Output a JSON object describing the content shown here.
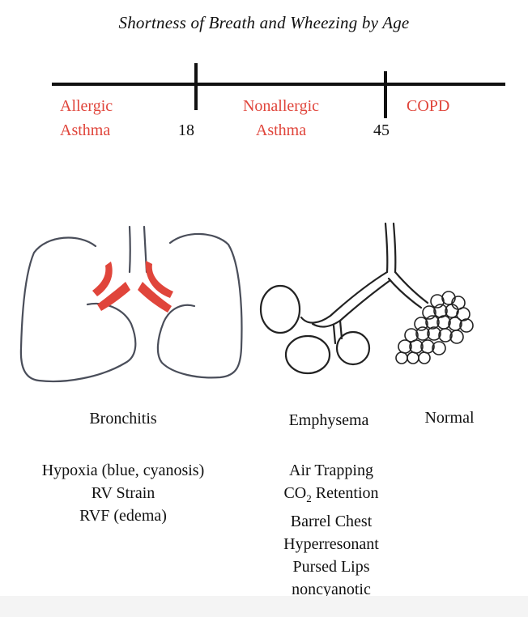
{
  "title": "Shortness of Breath and Wheezing by Age",
  "timeline": {
    "segment1_line1": "Allergic",
    "segment1_line2": "Asthma",
    "age1": "18",
    "segment2_line1": "Nonallergic",
    "segment2_line2": "Asthma",
    "age2": "45",
    "segment3": "COPD"
  },
  "labels": {
    "bronchitis": "Bronchitis",
    "emphysema": "Emphysema",
    "normal": "Normal"
  },
  "bronchitis_signs": [
    "Hypoxia (blue, cyanosis)",
    "RV Strain",
    "RVF (edema)"
  ],
  "emphysema_signs": {
    "air_trapping": "Air Trapping",
    "co2_prefix": "CO",
    "co2_sub": "2",
    "co2_suffix": " Retention",
    "barrel_chest": "Barrel Chest",
    "hyperresonant": "Hyperresonant",
    "pursed_lips": "Pursed Lips",
    "noncyanotic": "noncyanotic"
  },
  "colors": {
    "accent_red": "#e0453b",
    "ink": "#111111",
    "lung_outline": "#4a4e5a"
  }
}
